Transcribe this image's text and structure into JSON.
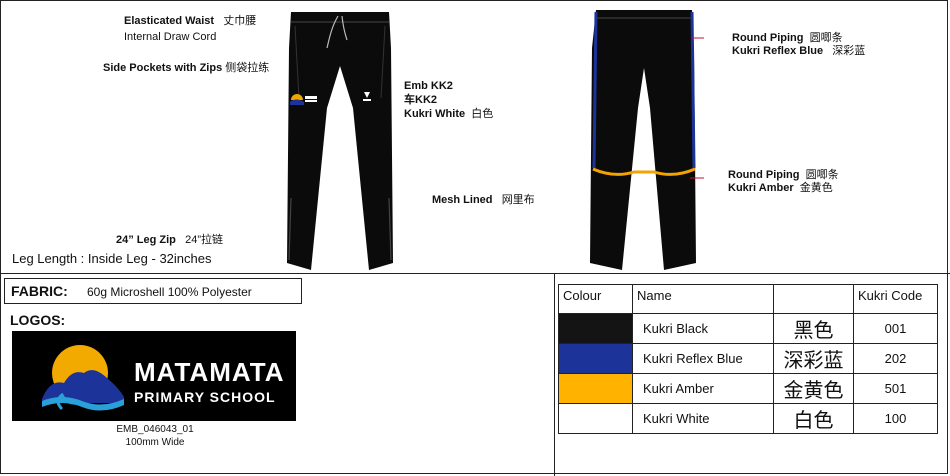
{
  "front_annotations": {
    "waist": "Elasticated Waist",
    "waist_cn": "丈巾腰",
    "draw_cord": "Internal Draw Cord",
    "pockets": "Side Pockets with Zips",
    "pockets_cn": "侧袋拉练",
    "emb_line1": "Emb KK2",
    "emb_line2": "车KK2",
    "emb_line3": "Kukri White",
    "emb_line3_cn": "白色",
    "mesh": "Mesh Lined",
    "mesh_cn": "网里布",
    "leg_zip": "24” Leg Zip",
    "leg_zip_cn": "24”拉链",
    "leg_length": "Leg Length : Inside Leg - 32inches"
  },
  "back_annotations": {
    "piping1_line1": "Round Piping",
    "piping1_line1_cn": "圆唧条",
    "piping1_line2": "Kukri Reflex Blue",
    "piping1_line2_cn": "深彩蓝",
    "piping2_line1": "Round Piping",
    "piping2_line1_cn": "圆唧条",
    "piping2_line2": "Kukri Amber",
    "piping2_line2_cn": "金黄色"
  },
  "fabric": {
    "title": "FABRIC:",
    "text": "60g Microshell 100% Polyester"
  },
  "logos": {
    "title": "LOGOS:",
    "logo_line1": "MATAMATA",
    "logo_line2": "PRIMARY SCHOOL",
    "code": "EMB_046043_01",
    "size": "100mm Wide"
  },
  "colour_table": {
    "headers": [
      "Colour",
      "Name",
      "",
      "Kukri Code"
    ],
    "rows": [
      {
        "swatch": "#141414",
        "name": "Kukri Black",
        "cn": "黑色",
        "code": "001"
      },
      {
        "swatch": "#1c3499",
        "name": "Kukri Reflex Blue",
        "cn": "深彩蓝",
        "code": "202"
      },
      {
        "swatch": "#ffb200",
        "name": "Kukri Amber",
        "cn": "金黄色",
        "code": "501"
      },
      {
        "swatch": "#ffffff",
        "name": "Kukri White",
        "cn": "白色",
        "code": "100"
      }
    ]
  },
  "colors": {
    "garment": "#0b0b0b",
    "piping_blue": "#1c3499",
    "piping_amber": "#f5a300",
    "callout_red": "#c8102e"
  }
}
